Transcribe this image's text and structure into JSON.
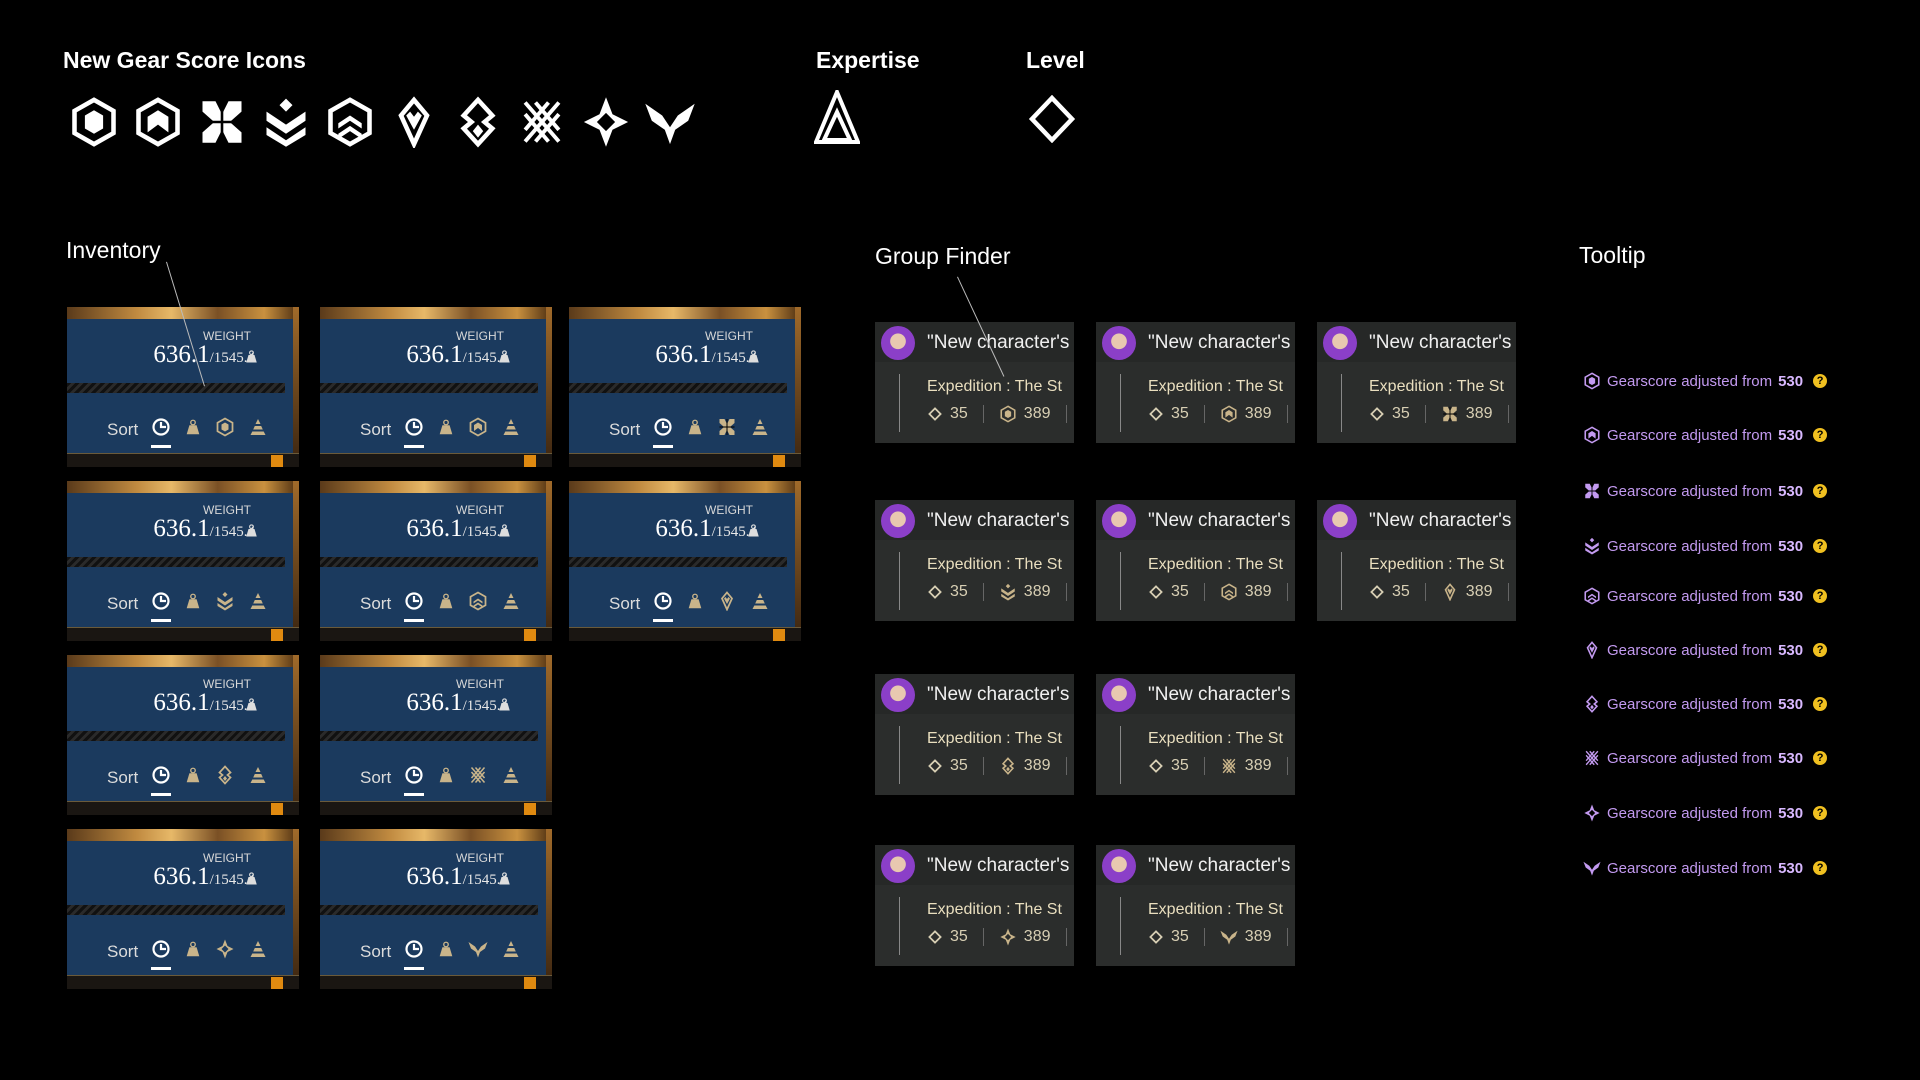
{
  "header": {
    "title": "New Gear Score Icons",
    "expertise_label": "Expertise",
    "level_label": "Level"
  },
  "gear_icons": [
    "hexagon-solid",
    "hexagon-chevron",
    "cross-blocks",
    "stacked-chevrons",
    "hexagon-double-chevron",
    "diamond-notch",
    "diamond-inner",
    "double-x",
    "four-point-star",
    "wings"
  ],
  "inventory": {
    "label": "Inventory",
    "cards": [
      {
        "weight_label": "WEIGHT",
        "weight": "636.1",
        "max": "/1545.4",
        "sort_label": "Sort",
        "icon": "hexagon-solid"
      },
      {
        "weight_label": "WEIGHT",
        "weight": "636.1",
        "max": "/1545.4",
        "sort_label": "Sort",
        "icon": "hexagon-chevron"
      },
      {
        "weight_label": "WEIGHT",
        "weight": "636.1",
        "max": "/1545.4",
        "sort_label": "Sort",
        "icon": "cross-blocks"
      },
      {
        "weight_label": "WEIGHT",
        "weight": "636.1",
        "max": "/1545.4",
        "sort_label": "Sort",
        "icon": "stacked-chevrons"
      },
      {
        "weight_label": "WEIGHT",
        "weight": "636.1",
        "max": "/1545.4",
        "sort_label": "Sort",
        "icon": "hexagon-double-chevron"
      },
      {
        "weight_label": "WEIGHT",
        "weight": "636.1",
        "max": "/1545.4",
        "sort_label": "Sort",
        "icon": "diamond-notch"
      },
      {
        "weight_label": "WEIGHT",
        "weight": "636.1",
        "max": "/1545.4",
        "sort_label": "Sort",
        "icon": "diamond-inner"
      },
      {
        "weight_label": "WEIGHT",
        "weight": "636.1",
        "max": "/1545.4",
        "sort_label": "Sort",
        "icon": "double-x"
      },
      {
        "weight_label": "WEIGHT",
        "weight": "636.1",
        "max": "/1545.4",
        "sort_label": "Sort",
        "icon": "four-point-star"
      },
      {
        "weight_label": "WEIGHT",
        "weight": "636.1",
        "max": "/1545.4",
        "sort_label": "Sort",
        "icon": "wings"
      }
    ]
  },
  "group_finder": {
    "label": "Group Finder",
    "cards": [
      {
        "name": "\"New character's",
        "activity": "Expedition : The St",
        "level": "35",
        "gear_score": "389",
        "icon": "hexagon-solid"
      },
      {
        "name": "\"New character's",
        "activity": "Expedition : The St",
        "level": "35",
        "gear_score": "389",
        "icon": "hexagon-chevron"
      },
      {
        "name": "\"New character's",
        "activity": "Expedition : The St",
        "level": "35",
        "gear_score": "389",
        "icon": "cross-blocks"
      },
      {
        "name": "\"New character's",
        "activity": "Expedition : The St",
        "level": "35",
        "gear_score": "389",
        "icon": "stacked-chevrons"
      },
      {
        "name": "\"New character's",
        "activity": "Expedition : The St",
        "level": "35",
        "gear_score": "389",
        "icon": "hexagon-double-chevron"
      },
      {
        "name": "\"New character's",
        "activity": "Expedition : The St",
        "level": "35",
        "gear_score": "389",
        "icon": "diamond-notch"
      },
      {
        "name": "\"New character's",
        "activity": "Expedition : The St",
        "level": "35",
        "gear_score": "389",
        "icon": "diamond-inner"
      },
      {
        "name": "\"New character's",
        "activity": "Expedition : The St",
        "level": "35",
        "gear_score": "389",
        "icon": "double-x"
      },
      {
        "name": "\"New character's",
        "activity": "Expedition : The St",
        "level": "35",
        "gear_score": "389",
        "icon": "four-point-star"
      },
      {
        "name": "\"New character's",
        "activity": "Expedition : The St",
        "level": "35",
        "gear_score": "389",
        "icon": "wings"
      }
    ]
  },
  "tooltip": {
    "label": "Tooltip",
    "lines": [
      {
        "text": "Gearscore adjusted from",
        "value": "530",
        "icon": "hexagon-solid"
      },
      {
        "text": "Gearscore adjusted from",
        "value": "530",
        "icon": "hexagon-chevron"
      },
      {
        "text": "Gearscore adjusted from",
        "value": "530",
        "icon": "cross-blocks"
      },
      {
        "text": "Gearscore adjusted from",
        "value": "530",
        "icon": "stacked-chevrons"
      },
      {
        "text": "Gearscore adjusted from",
        "value": "530",
        "icon": "hexagon-double-chevron"
      },
      {
        "text": "Gearscore adjusted from",
        "value": "530",
        "icon": "diamond-notch"
      },
      {
        "text": "Gearscore adjusted from",
        "value": "530",
        "icon": "diamond-inner"
      },
      {
        "text": "Gearscore adjusted from",
        "value": "530",
        "icon": "double-x"
      },
      {
        "text": "Gearscore adjusted from",
        "value": "530",
        "icon": "four-point-star"
      },
      {
        "text": "Gearscore adjusted from",
        "value": "530",
        "icon": "wings"
      }
    ]
  },
  "colors": {
    "inventory_bg": "#1b3a5e",
    "inventory_icon": "#c9b48a",
    "group_bg": "#2b2d2c",
    "tooltip_text": "#c39af0",
    "help_badge": "#f0c020",
    "accent_orange": "#e08a10"
  }
}
